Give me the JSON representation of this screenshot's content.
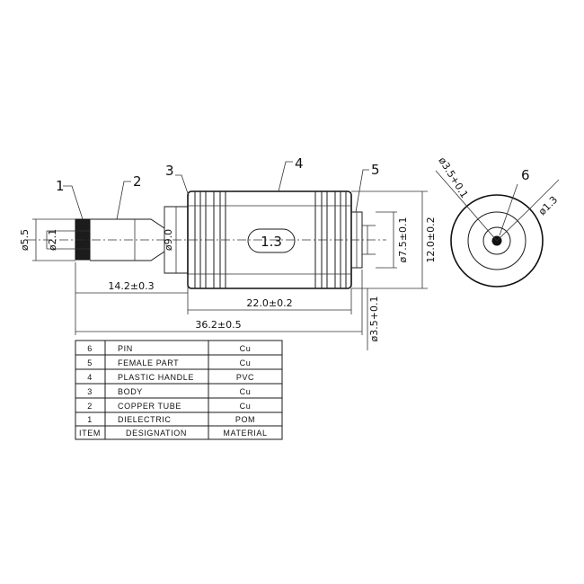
{
  "drawing": {
    "callouts": [
      "1",
      "2",
      "3",
      "4",
      "5",
      "6"
    ],
    "handle_mark": "1.3",
    "dimensions": {
      "d_outer_tip": "ø5.5",
      "d_inner_tip": "ø2.1",
      "d_body": "ø9.0",
      "d_female_outer": "ø7.5±0.1",
      "d_handle": "12.0±0.2",
      "d_female_inner": "ø3.5+0.1",
      "len_tip": "14.2±0.3",
      "len_handle": "22.0±0.2",
      "len_total": "36.2±0.5",
      "end_outer": "ø3.5+0.1",
      "end_pin": "ø1.3"
    }
  },
  "bom": {
    "header": {
      "item": "ITEM",
      "designation": "DESIGNATION",
      "material": "MATERIAL"
    },
    "rows": [
      {
        "item": "6",
        "designation": "PIN",
        "material": "Cu"
      },
      {
        "item": "5",
        "designation": "FEMALE  PART",
        "material": "Cu"
      },
      {
        "item": "4",
        "designation": "PLASTIC  HANDLE",
        "material": "PVC"
      },
      {
        "item": "3",
        "designation": "BODY",
        "material": "Cu"
      },
      {
        "item": "2",
        "designation": "COPPER  TUBE",
        "material": "Cu"
      },
      {
        "item": "1",
        "designation": "DIELECTRIC",
        "material": "POM"
      }
    ]
  }
}
